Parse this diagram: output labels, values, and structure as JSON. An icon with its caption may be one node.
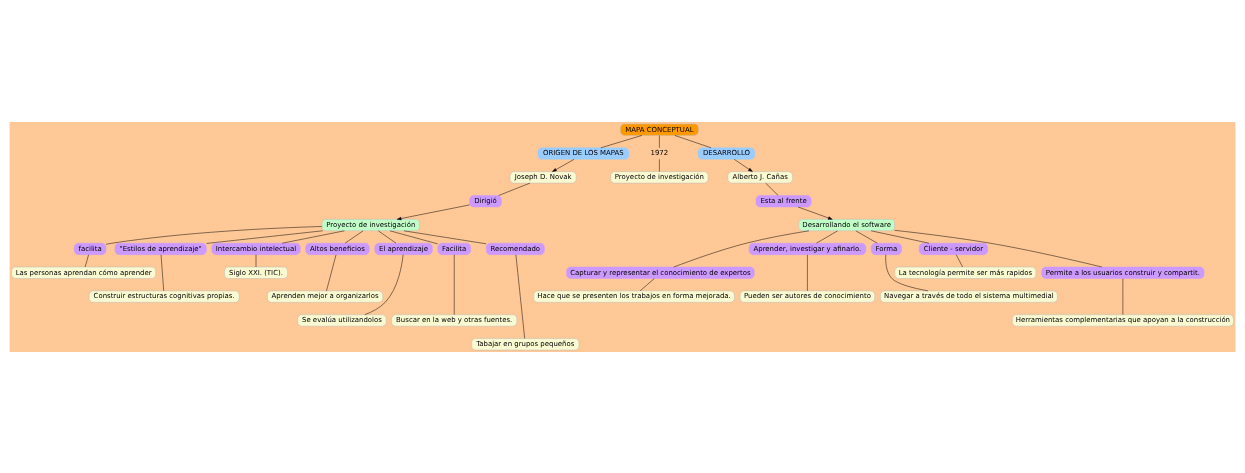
{
  "diagram": {
    "nodes": [
      {
        "text": [
          "MAPA CONCEPTUAL"
        ]
      },
      {
        "text": [
          "ORIGEN DE LOS MAPAS"
        ]
      },
      {
        "text": [
          "1972"
        ]
      },
      {
        "text": [
          "DESARROLLO"
        ]
      },
      {
        "text": [
          "Joseph D. Novak"
        ]
      },
      {
        "text": [
          "Proyecto de investigación"
        ]
      },
      {
        "text": [
          "Alberto J. Cañas"
        ]
      },
      {
        "text": [
          "Dirigió"
        ]
      },
      {
        "text": [
          "Esta al frente"
        ]
      },
      {
        "text": [
          "Proyecto de investigación"
        ]
      },
      {
        "text": [
          "Desarrollando el software"
        ]
      },
      {
        "text": [
          "Capturar y representar el conocimiento de expertos"
        ]
      },
      {
        "text": [
          "facilita"
        ]
      },
      {
        "text": [
          "\"Estilos de aprendizaje\""
        ]
      },
      {
        "text": [
          "Intercambio intelectual"
        ]
      },
      {
        "text": [
          "Altos beneficios"
        ]
      },
      {
        "text": [
          "Hace que se presenten los trabajos en forma mejorada."
        ]
      },
      {
        "text": [
          "Aprenden mejor a organizarlos"
        ]
      },
      {
        "text": [
          "El aprendizaje"
        ]
      },
      {
        "text": [
          "Facilita"
        ]
      },
      {
        "text": [
          "Siglo XXI. (TIC)."
        ]
      },
      {
        "text": [
          "Aprender, investigar y afinarlo."
        ]
      },
      {
        "text": [
          "Las personas aprendan cómo aprender"
        ]
      },
      {
        "text": [
          "Forma"
        ]
      },
      {
        "text": [
          "Cliente - servidor"
        ]
      },
      {
        "text": [
          "Recomendado"
        ]
      },
      {
        "text": [
          "Permite a los usuarios construir y compartit."
        ]
      },
      {
        "text": [
          "Buscar en la web y otras fuentes."
        ]
      },
      {
        "text": [
          "La tecnología permite ser más rapidos"
        ]
      },
      {
        "text": [
          "Construir estructuras cognitivas propias."
        ]
      },
      {
        "text": [
          "Pueden ser autores de conocimiento"
        ]
      },
      {
        "text": [
          "Navegar a través de todo el sistema multimedial"
        ]
      },
      {
        "text": [
          "Se evalúa utilizandolos"
        ]
      },
      {
        "text": [
          "Herramientas complementarias que apoyan a la construcción"
        ]
      },
      {
        "text": [
          "Tabajar en grupos pequeños"
        ]
      }
    ],
    "edges": [
      {
        "from": 0,
        "to": 1,
        "arrow": "none"
      },
      {
        "from": 1,
        "to": 4,
        "arrow": "to"
      },
      {
        "from": 0,
        "to": 2,
        "arrow": "none"
      },
      {
        "from": 2,
        "to": 5,
        "arrow": "none"
      },
      {
        "from": 0,
        "to": 3,
        "arrow": "none"
      },
      {
        "from": 3,
        "to": 6,
        "arrow": "to"
      },
      {
        "from": 4,
        "to": 7,
        "arrow": "none"
      },
      {
        "from": 7,
        "to": 9,
        "arrow": "to"
      },
      {
        "from": 6,
        "to": 8,
        "arrow": "none"
      },
      {
        "from": 8,
        "to": 10,
        "arrow": "to"
      },
      {
        "from": 9,
        "to": 12,
        "arrow": "none"
      },
      {
        "from": 12,
        "to": 22,
        "arrow": "none"
      },
      {
        "from": 9,
        "to": 13,
        "arrow": "none"
      },
      {
        "from": 13,
        "to": 29,
        "arrow": "none"
      },
      {
        "from": 9,
        "to": 18,
        "arrow": "none"
      },
      {
        "from": 18,
        "to": 32,
        "arrow": "none"
      },
      {
        "from": 9,
        "to": 25,
        "arrow": "none"
      },
      {
        "from": 25,
        "to": 34,
        "arrow": "none"
      },
      {
        "from": 9,
        "to": 19,
        "arrow": "none"
      },
      {
        "from": 19,
        "to": 27,
        "arrow": "none"
      },
      {
        "from": 9,
        "to": 14,
        "arrow": "none"
      },
      {
        "from": 14,
        "to": 20,
        "arrow": "none"
      },
      {
        "from": 9,
        "to": 15,
        "arrow": "none"
      },
      {
        "from": 15,
        "to": 17,
        "arrow": "none"
      },
      {
        "from": 10,
        "to": 11,
        "arrow": "none"
      },
      {
        "from": 11,
        "to": 16,
        "arrow": "none"
      },
      {
        "from": 10,
        "to": 23,
        "arrow": "none"
      },
      {
        "from": 23,
        "to": 31,
        "arrow": "none"
      },
      {
        "from": 10,
        "to": 26,
        "arrow": "none"
      },
      {
        "from": 26,
        "to": 33,
        "arrow": "none"
      },
      {
        "from": 10,
        "to": 21,
        "arrow": "none"
      },
      {
        "from": 21,
        "to": 30,
        "arrow": "none"
      },
      {
        "from": 10,
        "to": 24,
        "arrow": "none"
      },
      {
        "from": 24,
        "to": 28,
        "arrow": "none"
      }
    ]
  }
}
